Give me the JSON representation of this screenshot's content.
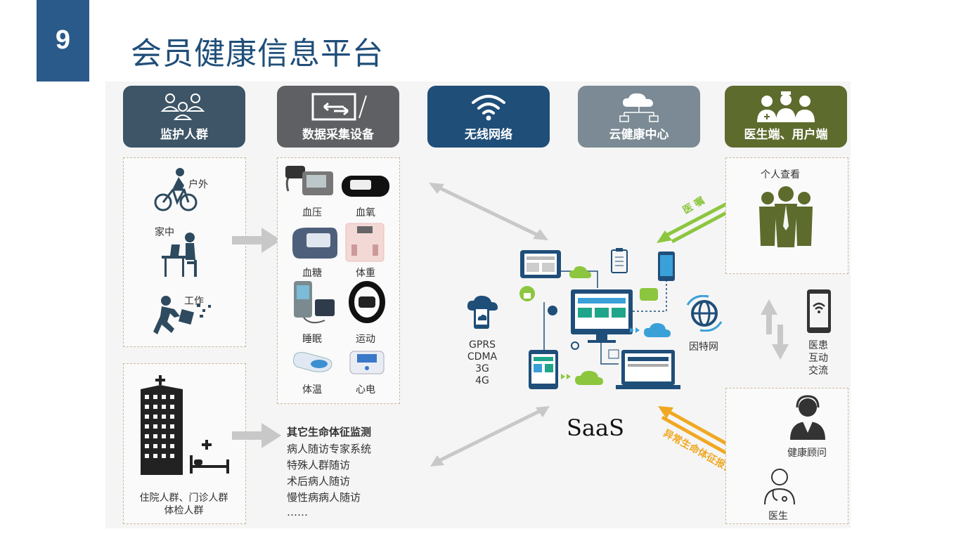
{
  "slide": {
    "number": "9",
    "title": "会员健康信息平台"
  },
  "categories": [
    {
      "label": "监护人群",
      "color": "#3d5566"
    },
    {
      "label": "数据采集设备",
      "color": "#5e6063"
    },
    {
      "label": "无线网络",
      "color": "#1f4e79"
    },
    {
      "label": "云健康中心",
      "color": "#7b8a94"
    },
    {
      "label": "医生端、用户端",
      "color": "#5d6b2d"
    }
  ],
  "monitor": {
    "outdoor": "户外",
    "home": "家中",
    "work": "工作"
  },
  "hospital": {
    "line1": "住院人群、门诊人群",
    "line2": "体检人群"
  },
  "devices": [
    "血压",
    "血氧",
    "血糖",
    "体重",
    "睡眠",
    "运动",
    "体温",
    "心电"
  ],
  "other": {
    "heading": "其它生命体征监测",
    "items": [
      "病人随访专家系统",
      "特殊人群随访",
      "术后病人随访",
      "慢性病病人随访",
      "……"
    ]
  },
  "network": {
    "lines": [
      "GPRS",
      "CDMA",
      "3G",
      "4G"
    ]
  },
  "center": {
    "saas": "SaaS",
    "internet": "因特网"
  },
  "right": {
    "personal": "个人查看",
    "interaction": [
      "医患",
      "互动",
      "交流"
    ],
    "advisor": "健康顾问",
    "doctor": "医生"
  },
  "arrows": {
    "green_label": "医 嘱",
    "orange_label": "异常生命体征报警"
  },
  "colors": {
    "accent_green": "#8cc63e",
    "accent_orange": "#f0a822",
    "dark_blue": "#1f4e79",
    "olive": "#5d6b2d"
  }
}
